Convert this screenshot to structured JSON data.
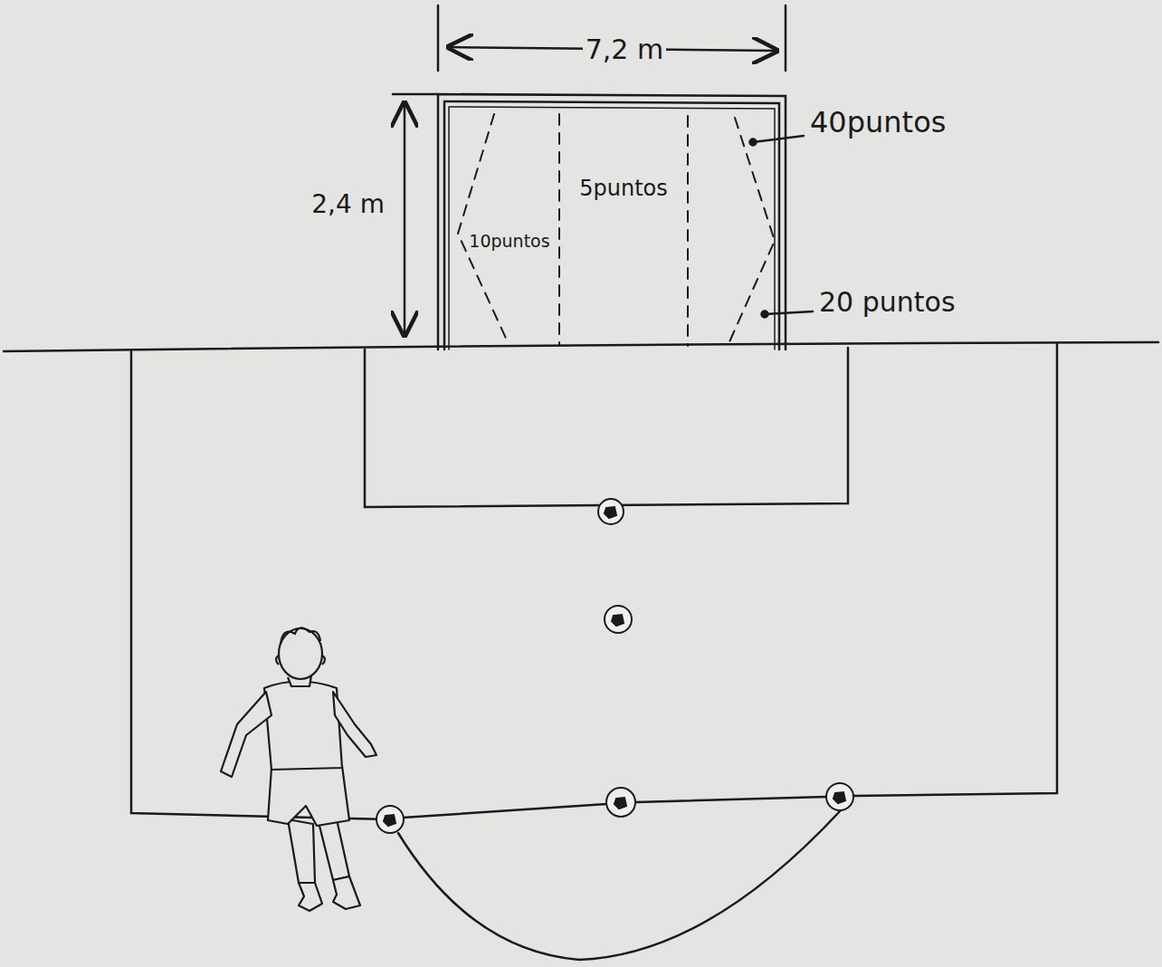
{
  "diagram": {
    "labels": [
      "7,2 m",
      "2,4 m",
      "40puntos",
      "5puntos",
      "10puntos",
      "20 puntos"
    ]
  }
}
